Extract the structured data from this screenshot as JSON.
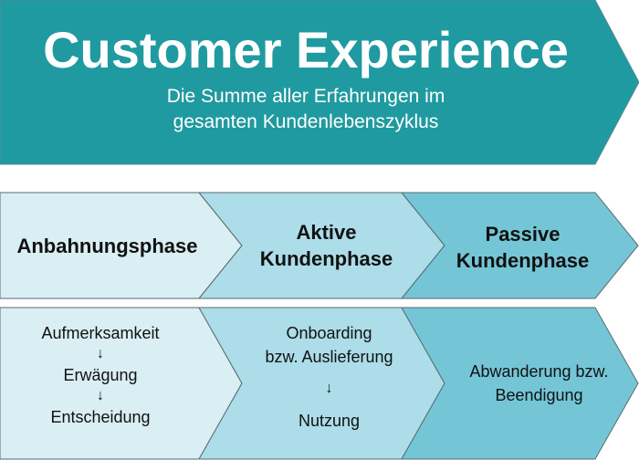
{
  "colors": {
    "banner": "#1f9aa0",
    "light": "#d9eff4",
    "mid": "#acdde8",
    "dark": "#74c6d7",
    "stroke": "#5a6a70"
  },
  "banner": {
    "title": "Customer Experience",
    "subtitle_lines": [
      "Die Summe aller Erfahrungen im",
      "gesamten Kundenlebenszyklus"
    ]
  },
  "phases": [
    {
      "label_lines": [
        "Anbahnungsphase"
      ]
    },
    {
      "label_lines": [
        "Aktive",
        "Kundenphase"
      ]
    },
    {
      "label_lines": [
        "Passive",
        "Kundenphase"
      ]
    }
  ],
  "steps": {
    "anbahnung": [
      "Aufmerksamkeit",
      "Erwägung",
      "Entscheidung"
    ],
    "aktiv": [
      "Onboarding",
      "bzw. Auslieferung",
      "Nutzung"
    ],
    "passiv": [
      "Abwanderung bzw.",
      "Beendigung"
    ],
    "arrow_glyph": "↓"
  }
}
